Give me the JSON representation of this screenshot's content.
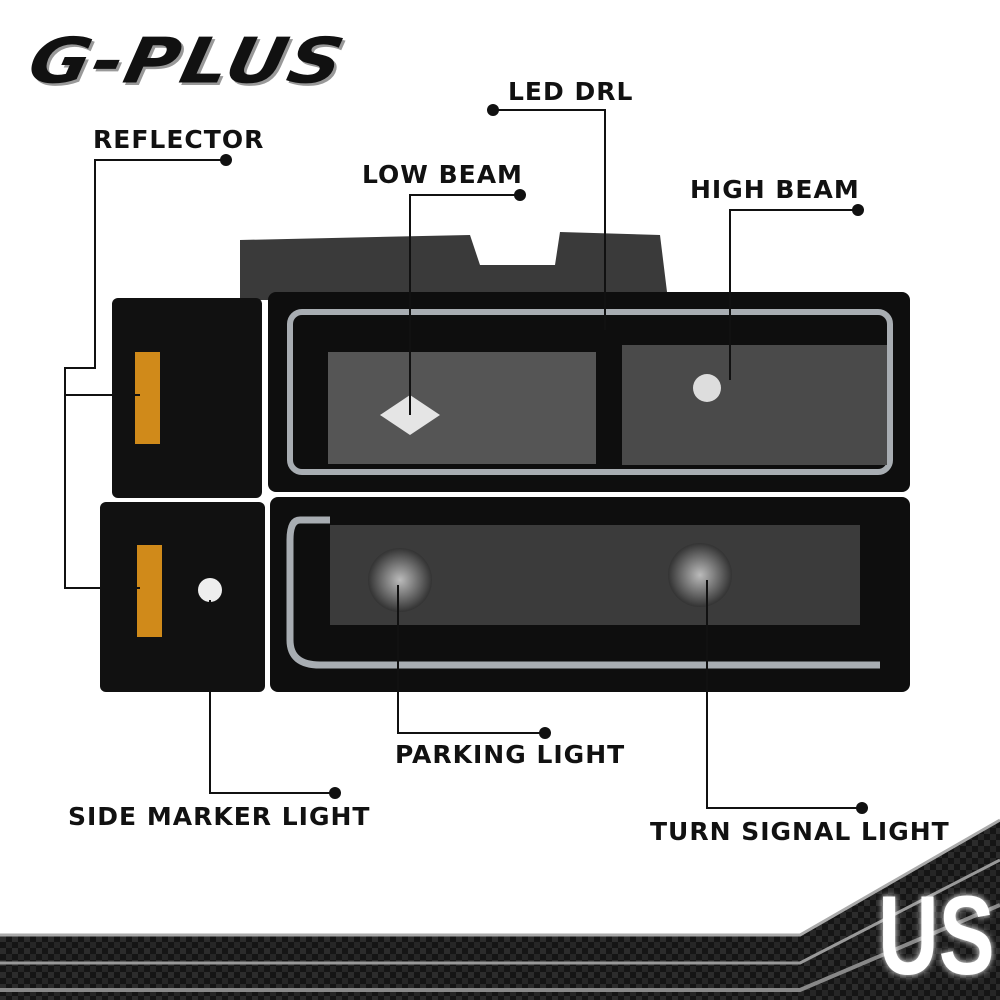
{
  "brand": {
    "logo_text": "G-PLUS"
  },
  "callouts": {
    "reflector": "REFLECTOR",
    "led_drl": "LED DRL",
    "low_beam": "LOW BEAM",
    "high_beam": "HIGH BEAM",
    "parking_light": "PARKING LIGHT",
    "side_marker_light": "SIDE MARKER LIGHT",
    "turn_signal_light": "TURN SIGNAL LIGHT"
  },
  "badge": {
    "region": "US"
  },
  "colors": {
    "housing": "#111111",
    "amber": "#d08a1a",
    "drl": "#cfd6dc",
    "carbon": "#1a1a1a"
  }
}
